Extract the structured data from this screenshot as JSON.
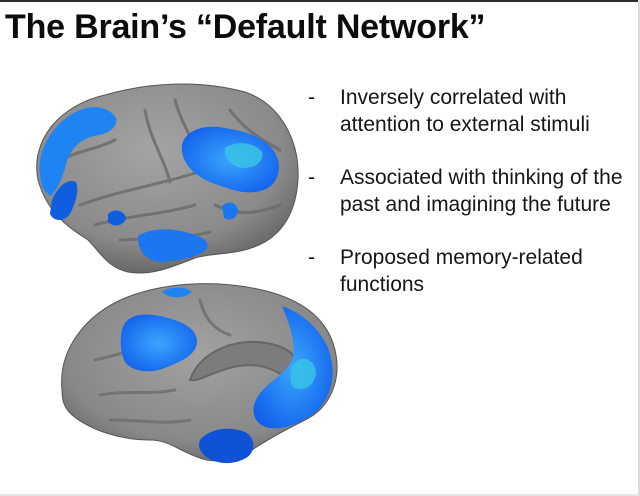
{
  "slide": {
    "title": "The Brain’s “Default Network”",
    "bullet_marker": "-",
    "bullets": [
      {
        "text": "Inversely correlated with attention to external stimuli"
      },
      {
        "text": "Associated with thinking of the past and imagining the future"
      },
      {
        "text": "Proposed memory-related functions"
      }
    ]
  },
  "figure": {
    "panels": [
      "lateral-view",
      "medial-view"
    ],
    "colors": {
      "cortex": "#8c8c8c",
      "cortex_dark": "#5f5f5f",
      "activation": "#1a8cff",
      "activation_deep": "#0a3fd8",
      "activation_light": "#39c6e6"
    }
  }
}
